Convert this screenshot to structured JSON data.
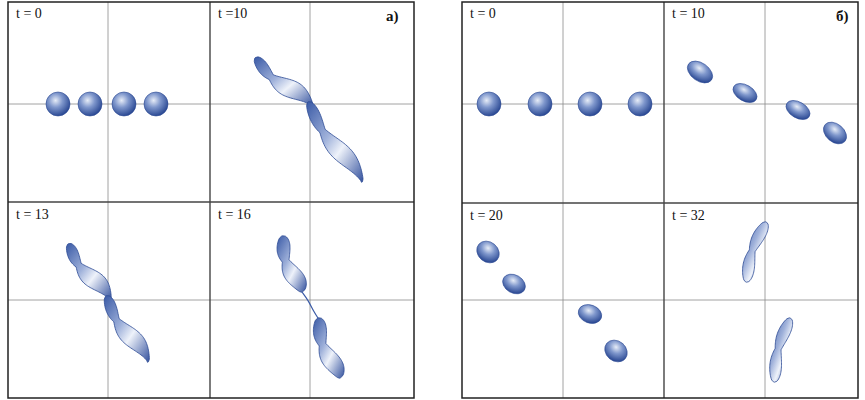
{
  "diagram": {
    "labels": [
      "t = 0",
      "t =10",
      "а)",
      "t = 13",
      "t = 16",
      "t = 0",
      "t = 10",
      "б)",
      "t = 20",
      "t = 32"
    ]
  }
}
